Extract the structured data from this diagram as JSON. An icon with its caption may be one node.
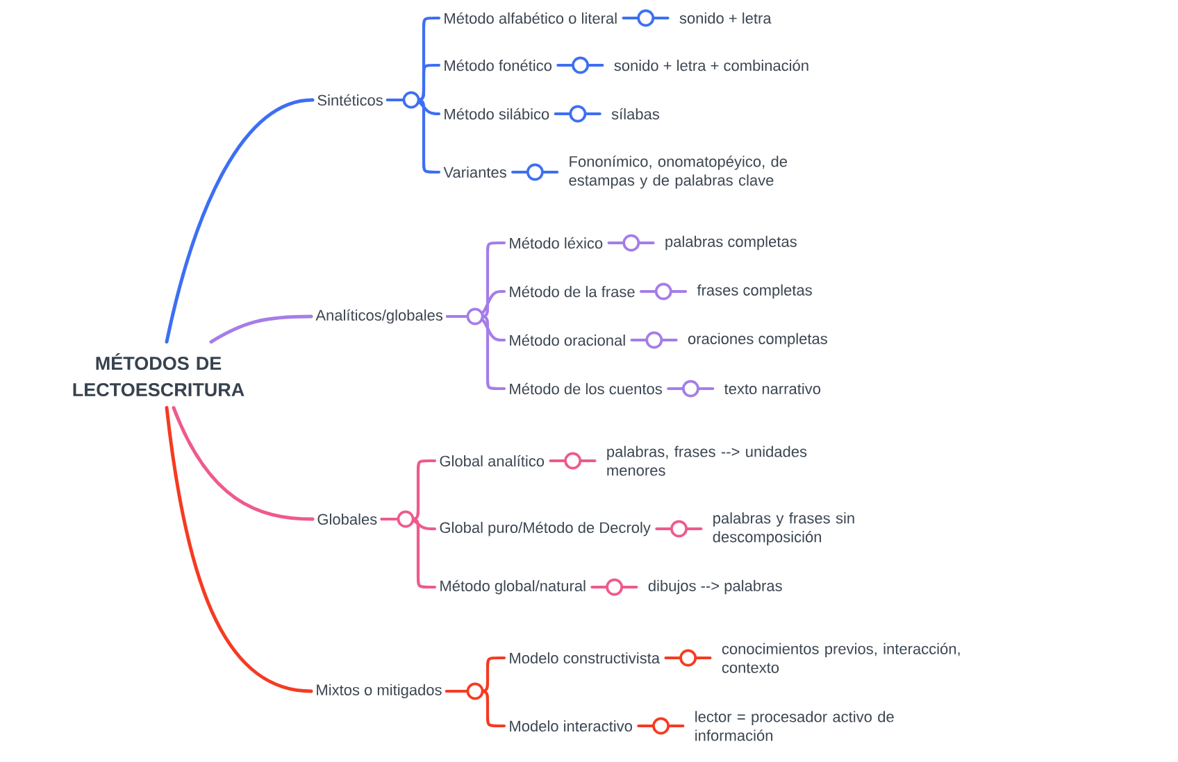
{
  "diagram": {
    "nodes": [
      {
        "text": [
          "MÉTODOS DE LECTOESCRITURA"
        ]
      },
      {
        "text": [
          "Sintéticos"
        ]
      },
      {
        "text": [
          "Método alfabético o literal"
        ]
      },
      {
        "text": [
          "sonido + letra"
        ]
      },
      {
        "text": [
          "Método fonético"
        ]
      },
      {
        "text": [
          "sonido + letra + combinación"
        ]
      },
      {
        "text": [
          "Método silábico"
        ]
      },
      {
        "text": [
          "sílabas"
        ]
      },
      {
        "text": [
          "Variantes"
        ]
      },
      {
        "text": [
          "Fononímico, onomatopéyico, de estampas y de palabras clave"
        ]
      },
      {
        "text": [
          "Analíticos/globales"
        ]
      },
      {
        "text": [
          "Método léxico"
        ]
      },
      {
        "text": [
          "palabras completas"
        ]
      },
      {
        "text": [
          "Método de la frase"
        ]
      },
      {
        "text": [
          "frases completas"
        ]
      },
      {
        "text": [
          "Método oracional"
        ]
      },
      {
        "text": [
          "oraciones completas"
        ]
      },
      {
        "text": [
          "Método de los cuentos"
        ]
      },
      {
        "text": [
          "texto narrativo"
        ]
      },
      {
        "text": [
          "Globales"
        ]
      },
      {
        "text": [
          "Global analítico"
        ]
      },
      {
        "text": [
          "palabras, frases --> unidades menores"
        ]
      },
      {
        "text": [
          "Global puro/Método de Decroly"
        ]
      },
      {
        "text": [
          "palabras y frases sin descomposición"
        ]
      },
      {
        "text": [
          "Método global/natural"
        ]
      },
      {
        "text": [
          "dibujos --> palabras"
        ]
      },
      {
        "text": [
          "Mixtos o mitigados"
        ]
      },
      {
        "text": [
          "Modelo constructivista"
        ]
      },
      {
        "text": [
          "conocimientos previos, interacción, contexto"
        ]
      },
      {
        "text": [
          "Modelo interactivo"
        ]
      },
      {
        "text": [
          "lector = procesador activo de información"
        ]
      }
    ],
    "edges": [
      {
        "from": 0,
        "to": 1,
        "arrow": "none",
        "color": "#3d6ff3"
      },
      {
        "from": 1,
        "to": 2,
        "arrow": "none",
        "color": "#3d6ff3"
      },
      {
        "from": 2,
        "to": 3,
        "arrow": "none",
        "color": "#3d6ff3"
      },
      {
        "from": 1,
        "to": 4,
        "arrow": "none",
        "color": "#3d6ff3"
      },
      {
        "from": 4,
        "to": 5,
        "arrow": "none",
        "color": "#3d6ff3"
      },
      {
        "from": 1,
        "to": 6,
        "arrow": "none",
        "color": "#3d6ff3"
      },
      {
        "from": 6,
        "to": 7,
        "arrow": "none",
        "color": "#3d6ff3"
      },
      {
        "from": 1,
        "to": 8,
        "arrow": "none",
        "color": "#3d6ff3"
      },
      {
        "from": 8,
        "to": 9,
        "arrow": "none",
        "color": "#3d6ff3"
      },
      {
        "from": 0,
        "to": 10,
        "arrow": "none",
        "color": "#a57de8"
      },
      {
        "from": 10,
        "to": 11,
        "arrow": "none",
        "color": "#a57de8"
      },
      {
        "from": 11,
        "to": 12,
        "arrow": "none",
        "color": "#a57de8"
      },
      {
        "from": 10,
        "to": 13,
        "arrow": "none",
        "color": "#a57de8"
      },
      {
        "from": 13,
        "to": 14,
        "arrow": "none",
        "color": "#a57de8"
      },
      {
        "from": 10,
        "to": 15,
        "arrow": "none",
        "color": "#a57de8"
      },
      {
        "from": 15,
        "to": 16,
        "arrow": "none",
        "color": "#a57de8"
      },
      {
        "from": 10,
        "to": 17,
        "arrow": "none",
        "color": "#a57de8"
      },
      {
        "from": 17,
        "to": 18,
        "arrow": "none",
        "color": "#a57de8"
      },
      {
        "from": 0,
        "to": 19,
        "arrow": "none",
        "color": "#ee5a8d"
      },
      {
        "from": 19,
        "to": 20,
        "arrow": "none",
        "color": "#ee5a8d"
      },
      {
        "from": 20,
        "to": 21,
        "arrow": "none",
        "color": "#ee5a8d"
      },
      {
        "from": 19,
        "to": 22,
        "arrow": "none",
        "color": "#ee5a8d"
      },
      {
        "from": 22,
        "to": 23,
        "arrow": "none",
        "color": "#ee5a8d"
      },
      {
        "from": 19,
        "to": 24,
        "arrow": "none",
        "color": "#ee5a8d"
      },
      {
        "from": 24,
        "to": 25,
        "arrow": "none",
        "color": "#ee5a8d"
      },
      {
        "from": 0,
        "to": 26,
        "arrow": "none",
        "color": "#f53b22"
      },
      {
        "from": 26,
        "to": 27,
        "arrow": "none",
        "color": "#f53b22"
      },
      {
        "from": 27,
        "to": 28,
        "arrow": "none",
        "color": "#f53b22"
      },
      {
        "from": 26,
        "to": 29,
        "arrow": "none",
        "color": "#f53b22"
      },
      {
        "from": 29,
        "to": 30,
        "arrow": "none",
        "color": "#f53b22"
      }
    ]
  }
}
